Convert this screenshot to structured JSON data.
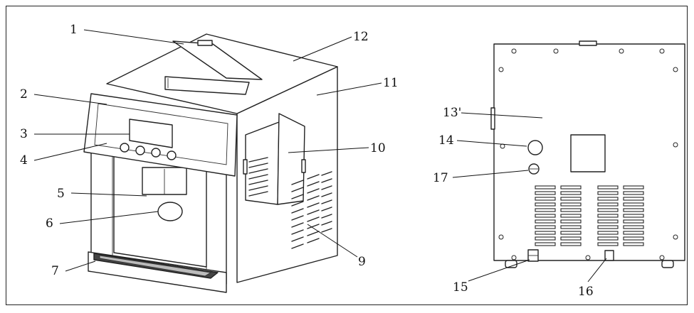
{
  "callouts": [
    {
      "id": "1",
      "text": "1"
    },
    {
      "id": "2",
      "text": "2"
    },
    {
      "id": "3",
      "text": "3"
    },
    {
      "id": "4",
      "text": "4"
    },
    {
      "id": "5",
      "text": "5"
    },
    {
      "id": "6",
      "text": "6"
    },
    {
      "id": "7",
      "text": "7"
    },
    {
      "id": "9",
      "text": "9"
    },
    {
      "id": "10",
      "text": "10"
    },
    {
      "id": "11",
      "text": "11"
    },
    {
      "id": "12",
      "text": "12"
    },
    {
      "id": "13",
      "text": "13'"
    },
    {
      "id": "14",
      "text": "14"
    },
    {
      "id": "15",
      "text": "15"
    },
    {
      "id": "16",
      "text": "16"
    },
    {
      "id": "17",
      "text": "17"
    }
  ]
}
